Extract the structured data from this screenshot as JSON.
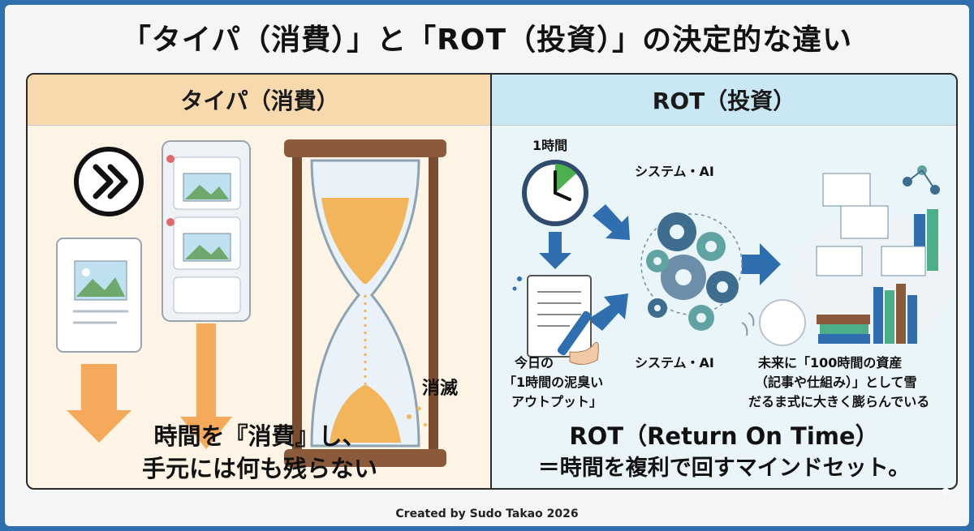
{
  "title": "「タイパ（消費）」と「ROT（投資）」の決定的な違い",
  "left": {
    "header": "タイパ（消費）",
    "vanish_label": "消滅",
    "bottom_line1": "時間を『消費』し、",
    "bottom_line2": "手元には何も残らない",
    "colors": {
      "header": "#f8d9ae",
      "arrow": "#f3a24a",
      "sand": "#f2b55a",
      "frame": "#8a5a3b"
    }
  },
  "right": {
    "header": "ROT（投資）",
    "hour_label": "1時間",
    "system_label_top": "システム・AI",
    "system_label_bottom": "システム・AI",
    "today_line1": "今日の",
    "today_line2": "「1時間の泥臭い",
    "today_line3": "アウトプット」",
    "future_line1": "未来に「100時間の資産",
    "future_line2": "（記事や仕組み）」として雪",
    "future_line3": "だるま式に大きく膨らんでいる",
    "bottom_line1": "ROT（Return On Time）",
    "bottom_line2": "＝時間を複利で回すマインドセット。",
    "colors": {
      "header": "#c9e8f3",
      "arrow": "#2f6fb0",
      "gear1": "#3f6d8f",
      "gear2": "#5fa3a3"
    }
  },
  "credit": "Created by Sudo Takao 2026",
  "icons": [
    "fast-forward-icon",
    "hourglass-icon",
    "clock-icon",
    "document-icon",
    "gear-icon",
    "snowball-icon",
    "books-icon"
  ]
}
